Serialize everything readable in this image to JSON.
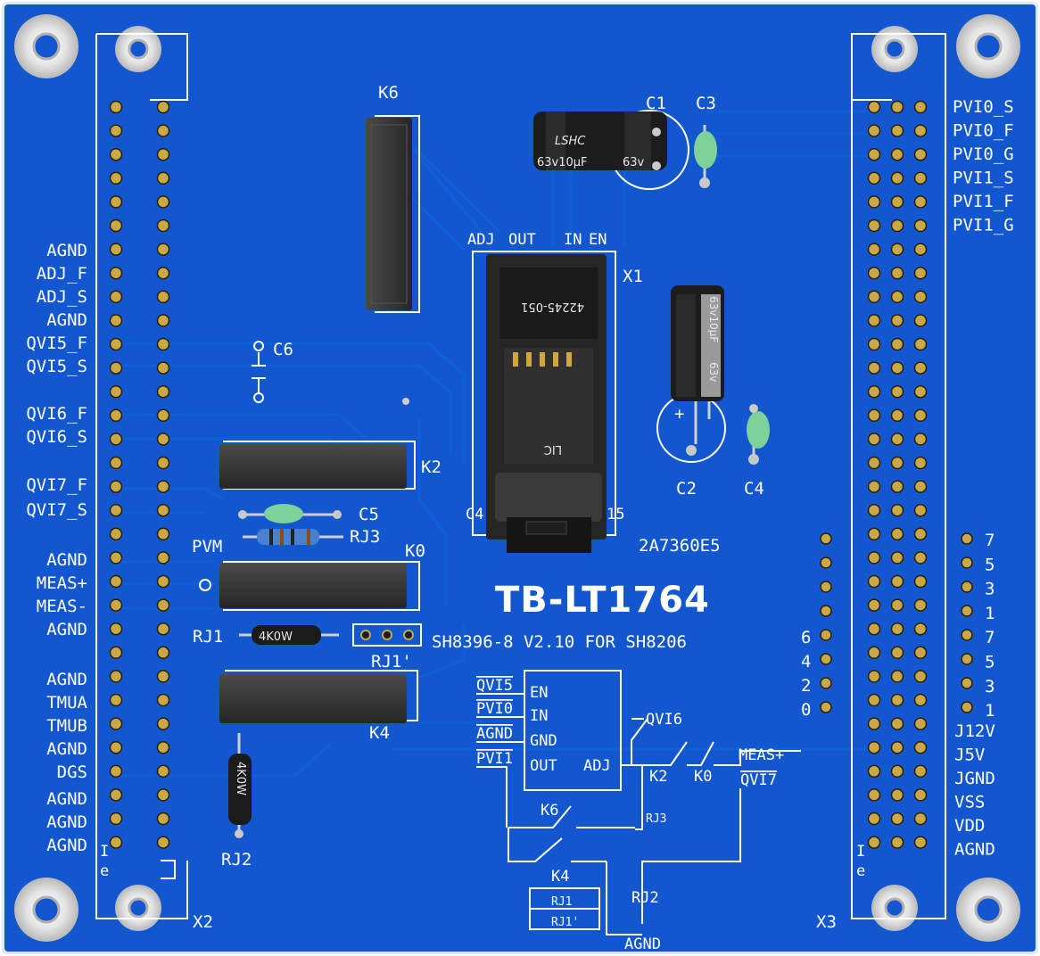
{
  "board": {
    "title": "TB-LT1764",
    "subtitle": "SH8396-8 V2.10 FOR SH8206",
    "code": "2A7360E5",
    "colors": {
      "pcb": "#1257cf",
      "silk": "#ffffff",
      "trace": "#0f5fd8",
      "edge": "#e8eef8"
    }
  },
  "connectors": {
    "x2": "X2",
    "x3": "X3",
    "x1": "X1",
    "x2_left_labels": [
      "AGND",
      "ADJ_F",
      "ADJ_S",
      "AGND",
      "QVI5_F",
      "QVI5_S",
      "QVI6_F",
      "QVI6_S",
      "QVI7_F",
      "QVI7_S",
      "AGND",
      "MEAS+",
      "MEAS-",
      "AGND",
      "AGND",
      "TMUA",
      "TMUB",
      "AGND",
      "DGS",
      "AGND",
      "AGND",
      "AGND"
    ],
    "x3_right_top_labels": [
      "PVI0_S",
      "PVI0_F",
      "PVI0_G",
      "PVI1_S",
      "PVI1_F",
      "PVI1_G"
    ],
    "x3_right_bottom_labels": [
      "J12V",
      "J5V",
      "JGND",
      "VSS",
      "VDD",
      "AGND"
    ],
    "jumper_right_numbers": [
      "7",
      "5",
      "3",
      "1",
      "7",
      "5",
      "3",
      "1"
    ],
    "jumper_left_numbers": [
      "6",
      "4",
      "2",
      "0"
    ],
    "socket_pins": [
      "ADJ",
      "OUT",
      "IN",
      "EN"
    ],
    "socket_marks": [
      "C4",
      "15"
    ]
  },
  "components": {
    "k6": "K6",
    "k2": "K2",
    "k0": "K0",
    "k4": "K4",
    "c1": "C1",
    "c2": "C2",
    "c3": "C3",
    "c4": "C4",
    "c5": "C5",
    "c6": "C6",
    "rj1": "RJ1",
    "rj1p": "RJ1'",
    "rj2": "RJ2",
    "rj3": "RJ3",
    "pvm": "PVM",
    "cap1_mark": "LSHC",
    "cap1_rating": "63v10µF",
    "cap1_extra": "63v",
    "cap2_rating": "63v10µF",
    "cap2_extra": "63v",
    "res_4k_a": "4K0W",
    "res_4k_b": "4K0W",
    "socket_text": "42245-051",
    "socket_text2": "LIC"
  },
  "schematic": {
    "ic_pins_left": [
      "EN",
      "IN",
      "GND",
      "OUT"
    ],
    "ic_pin_adj": "ADJ",
    "inputs": [
      "QVI5",
      "PVI0",
      "AGND",
      "PVI1"
    ],
    "qvi6": "QVI6",
    "meas": "MEAS+",
    "qvi7": "QVI7",
    "k2": "K2",
    "k0": "K0",
    "k6": "K6",
    "k4": "K4",
    "rj3": "RJ3",
    "rj1": "RJ1",
    "rj1p": "RJ1'",
    "rj2": "RJ2",
    "agnd": "AGND"
  }
}
